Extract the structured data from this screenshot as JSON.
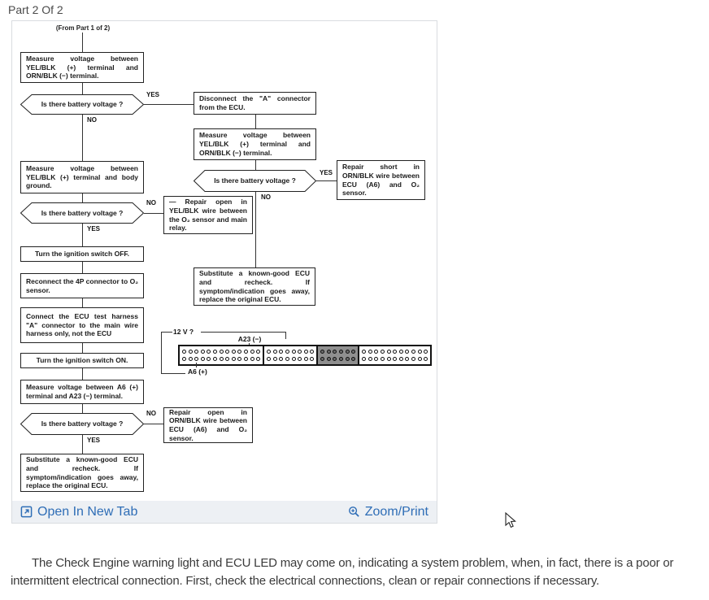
{
  "page": {
    "title": "Part 2 Of 2"
  },
  "viewer": {
    "open_in_new_tab": "Open In New Tab",
    "zoom_print": "Zoom/Print",
    "link_color": "#2e6db6"
  },
  "flowchart": {
    "from_label": "(From Part 1 of 2)",
    "yes": "YES",
    "no": "NO",
    "steps": {
      "measure_yel_orn": "Measure voltage between YEL/BLK (+) terminal and ORN/BLK (−) terminal.",
      "is_battery": "Is there battery voltage ?",
      "disconnect_a": "Disconnect the \"A\" connector from the ECU.",
      "measure_yel_orn2": "Measure voltage between YEL/BLK (+) terminal and ORN/BLK (−) terminal.",
      "repair_short_orn": "Repair short in ORN/BLK wire between ECU (A6) and O₂ sensor.",
      "measure_body_ground": "Measure voltage between YEL/BLK (+) terminal and body ground.",
      "repair_open_yel": "— Repair open in YEL/BLK wire between the O₂ sensor and main relay.",
      "substitute_ecu": "Substitute a known-good ECU and recheck. If symptom/indication goes away, replace the original ECU.",
      "ignition_off": "Turn the ignition switch OFF.",
      "reconnect_4p": "Reconnect the 4P connector to O₂ sensor.",
      "connect_harness": "Connect the ECU test harness \"A\" connector to the main wire harness only, not the ECU",
      "ignition_on": "Turn the ignition switch ON.",
      "measure_a6_a23": "Measure voltage between A6 (+) terminal and A23 (−) terminal.",
      "repair_open_orn": "Repair open in ORN/BLK wire between ECU (A6) and O₂ sensor."
    },
    "connector": {
      "volt_label": "12 V ?",
      "a23_label": "A23 (−)",
      "a6_label": "A6 (+)",
      "sections": [
        {
          "pins_per_row": 13,
          "rows": 2,
          "shaded": false
        },
        {
          "pins_per_row": 8,
          "rows": 2,
          "shaded": false
        },
        {
          "pins_per_row": 6,
          "rows": 2,
          "shaded": true
        },
        {
          "pins_per_row": 11,
          "rows": 2,
          "shaded": false
        }
      ]
    }
  },
  "footer": {
    "paragraph": "The Check Engine warning light and ECU LED may come on, indicating a system problem, when, in fact, there is a poor or intermittent electrical connection. First, check the electrical connections, clean or repair connections if necessary."
  }
}
